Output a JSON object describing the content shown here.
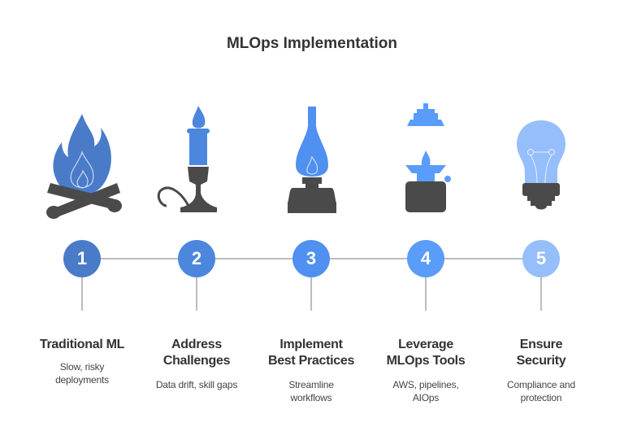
{
  "title": "MLOps Implementation",
  "colors": {
    "dark": "#4a4a4a",
    "line": "#bdbdbd"
  },
  "steps": [
    {
      "number": "1",
      "label_lines": [
        "Traditional ML"
      ],
      "desc_lines": [
        "Slow, risky",
        "deployments"
      ],
      "color": "#4a7bc8",
      "icon": "campfire-icon"
    },
    {
      "number": "2",
      "label_lines": [
        "Address",
        "Challenges"
      ],
      "desc_lines": [
        "Data drift, skill gaps"
      ],
      "color": "#4c87dd",
      "icon": "candle-icon"
    },
    {
      "number": "3",
      "label_lines": [
        "Implement",
        "Best Practices"
      ],
      "desc_lines": [
        "Streamline",
        "workflows"
      ],
      "color": "#4f90f0",
      "icon": "oil-lamp-icon"
    },
    {
      "number": "4",
      "label_lines": [
        "Leverage",
        "MLOps Tools"
      ],
      "desc_lines": [
        "AWS, pipelines,",
        "AIOps"
      ],
      "color": "#5a9cf9",
      "icon": "gas-stove-icon"
    },
    {
      "number": "5",
      "label_lines": [
        "Ensure",
        "Security"
      ],
      "desc_lines": [
        "Compliance and",
        "protection"
      ],
      "color": "#95befb",
      "icon": "light-bulb-icon"
    }
  ]
}
